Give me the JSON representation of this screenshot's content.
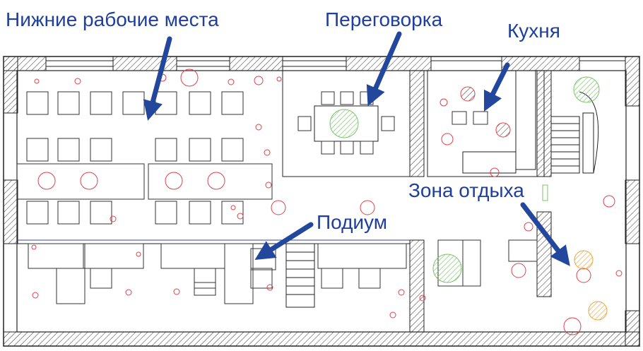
{
  "labels": {
    "lower_workstations": "Нижние рабочие места",
    "meeting_room": "Переговорка",
    "kitchen": "Кухня",
    "lounge": "Зона отдыха",
    "podium": "Подиум"
  },
  "colors": {
    "annotation_text": "#1f3f9e",
    "arrow": "#23479d",
    "wall_line": "#222222",
    "lamp_circle": "#e0404a",
    "green_hatch": "#7cc46a",
    "orange_hatch": "#e7a33c",
    "furniture_line": "#333333"
  },
  "icons": {
    "arrow": "arrow-icon",
    "lamp": "ceiling-lamp-icon",
    "plant": "plant-icon"
  }
}
